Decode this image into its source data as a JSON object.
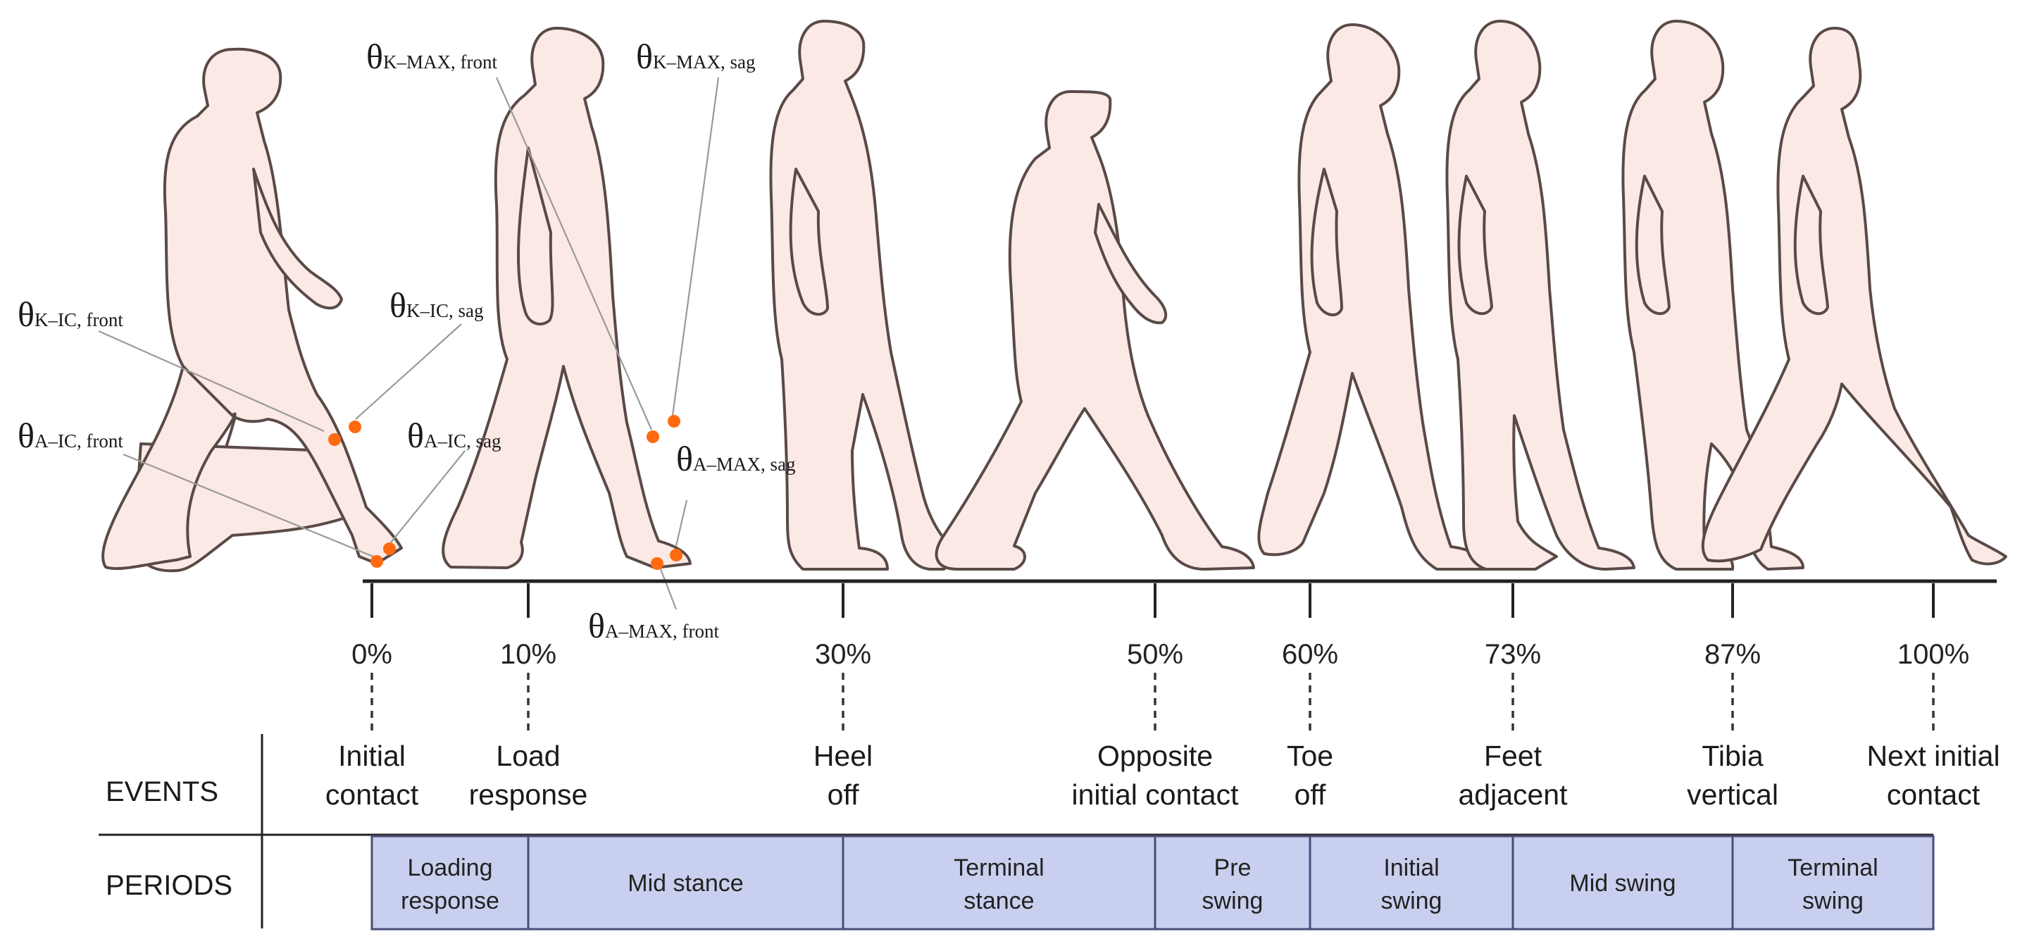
{
  "colors": {
    "figure_fill": "#fbe9e5",
    "figure_outline": "#5a4a47",
    "marker": "#ff6a10",
    "period_fill": "#c9cfee",
    "period_border": "#4a4d7a",
    "leader_line": "#9a9a9a"
  },
  "angle_labels": [
    {
      "symbol": "θ",
      "sub": "K–IC, front"
    },
    {
      "symbol": "θ",
      "sub": "K–IC, sag"
    },
    {
      "symbol": "θ",
      "sub": "A–IC, front"
    },
    {
      "symbol": "θ",
      "sub": "A–IC, sag"
    },
    {
      "symbol": "θ",
      "sub": "K–MAX, front"
    },
    {
      "symbol": "θ",
      "sub": "K–MAX, sag"
    },
    {
      "symbol": "θ",
      "sub": "A–MAX, sag"
    },
    {
      "symbol": "θ",
      "sub": "A–MAX, front"
    }
  ],
  "gait_points": [
    {
      "pct": "0%",
      "event": [
        "Initial",
        "contact"
      ]
    },
    {
      "pct": "10%",
      "event": [
        "Load",
        "response"
      ]
    },
    {
      "pct": "30%",
      "event": [
        "Heel",
        "off"
      ]
    },
    {
      "pct": "50%",
      "event": [
        "Opposite",
        "initial contact"
      ]
    },
    {
      "pct": "60%",
      "event": [
        "Toe",
        "off"
      ]
    },
    {
      "pct": "73%",
      "event": [
        "Feet",
        "adjacent"
      ]
    },
    {
      "pct": "87%",
      "event": [
        "Tibia",
        "vertical"
      ]
    },
    {
      "pct": "100%",
      "event": [
        "Next initial",
        "contact"
      ]
    }
  ],
  "table": {
    "events_header": "EVENTS",
    "periods_header": "PERIODS",
    "periods": [
      [
        "Loading",
        "response"
      ],
      [
        "Mid stance"
      ],
      [
        "Terminal",
        "stance"
      ],
      [
        "Pre",
        "swing"
      ],
      [
        "Initial",
        "swing"
      ],
      [
        "Mid swing"
      ],
      [
        "Terminal",
        "swing"
      ]
    ]
  }
}
